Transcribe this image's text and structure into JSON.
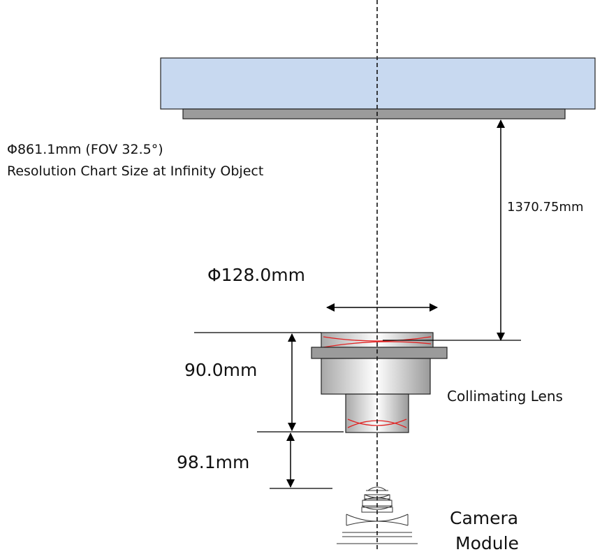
{
  "labels": {
    "chart_size_line1": "Φ861.1mm (FOV 32.5°)",
    "chart_size_line2": "Resolution Chart Size at Infinity Object",
    "distance_to_chart": "1370.75mm",
    "lens_diameter": "Φ128.0mm",
    "lens_height": "90.0mm",
    "lens_to_camera": "98.1mm",
    "collimating_lens": "Collimating Lens",
    "camera_line1": "Camera",
    "camera_line2": "Module"
  },
  "colors": {
    "chart_fill": "#c8d9f0",
    "lens_highlight": "#ffffff",
    "lens_shade": "#9a9a9a",
    "flange_fill": "#9b9b9b",
    "glass_curve": "#e02020",
    "outline": "#222222"
  }
}
